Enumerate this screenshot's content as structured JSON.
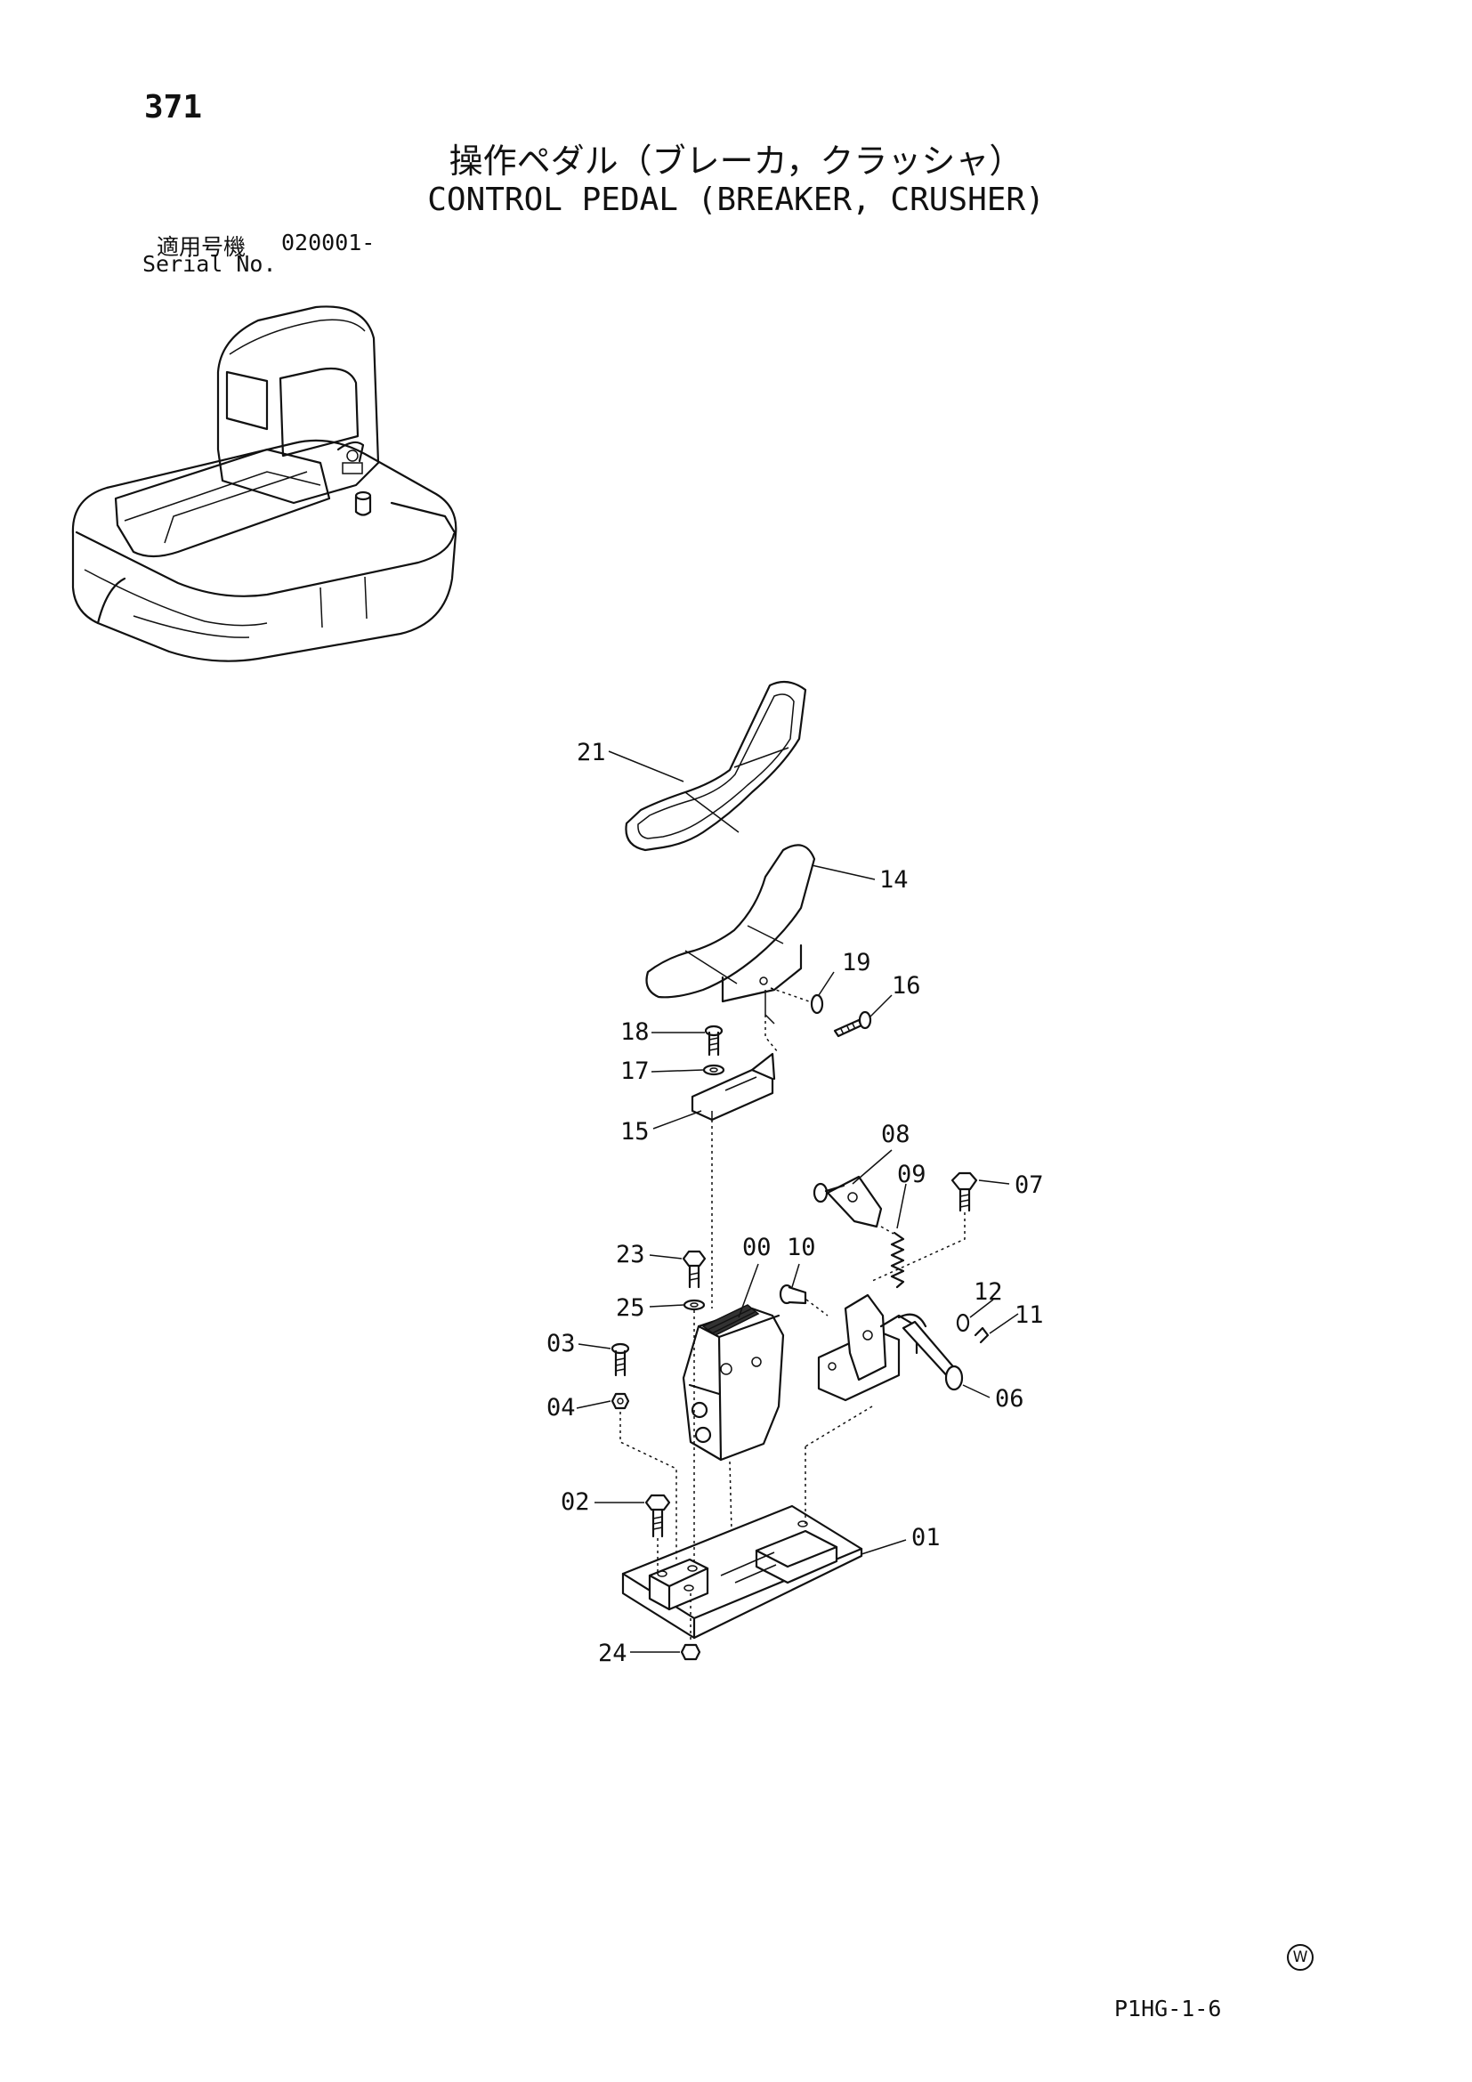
{
  "page": {
    "number": "371",
    "title_jp": "操作ペダル（ブレーカ，クラッシャ）",
    "title_en": "CONTROL PEDAL (BREAKER, CRUSHER)",
    "serial_label_jp": "適用号機",
    "serial_range": "020001-",
    "serial_label_en": "Serial No.",
    "doc_code": "P1HG-1-6",
    "watermark_glyph": "W"
  },
  "callouts": {
    "c00": "00",
    "c01": "01",
    "c02": "02",
    "c03": "03",
    "c04": "04",
    "c06": "06",
    "c07": "07",
    "c08": "08",
    "c09": "09",
    "c10": "10",
    "c11": "11",
    "c12": "12",
    "c14": "14",
    "c15": "15",
    "c16": "16",
    "c17": "17",
    "c18": "18",
    "c19": "19",
    "c21": "21",
    "c23": "23",
    "c24": "24",
    "c25": "25"
  }
}
